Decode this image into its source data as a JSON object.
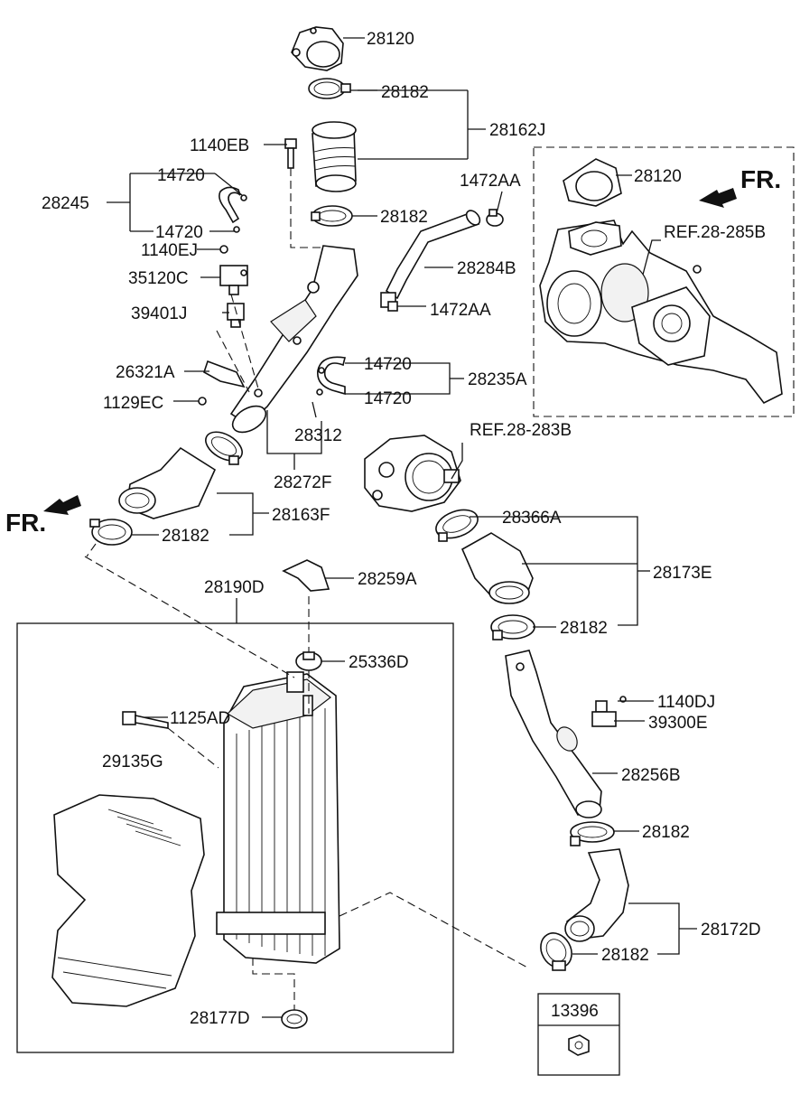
{
  "diagram": {
    "labels": {
      "p28120_top": "28120",
      "p28182_a": "28182",
      "p28162J": "28162J",
      "p1140EB": "1140EB",
      "p14720_a": "14720",
      "p28245": "28245",
      "p14720_b": "14720",
      "p1140EJ": "1140EJ",
      "p35120C": "35120C",
      "p39401J": "39401J",
      "p28182_b": "28182",
      "p1472AA_a": "1472AA",
      "p28284B": "28284B",
      "p1472AA_b": "1472AA",
      "p28120_ref": "28120",
      "ref_28_285B": "REF.28-285B",
      "p26321A": "26321A",
      "p1129EC": "1129EC",
      "p14720_c": "14720",
      "p28235A": "28235A",
      "p14720_d": "14720",
      "p28312": "28312",
      "p28272F": "28272F",
      "ref_28_283B": "REF.28-283B",
      "p28163F": "28163F",
      "p28182_c": "28182",
      "p28366A": "28366A",
      "p28173E": "28173E",
      "p28259A": "28259A",
      "p28190D": "28190D",
      "p28182_d": "28182",
      "p25336D": "25336D",
      "p1125AD": "1125AD",
      "p29135G": "29135G",
      "p1140DJ": "1140DJ",
      "p39300E": "39300E",
      "p28256B": "28256B",
      "p28182_e": "28182",
      "p28172D": "28172D",
      "p28182_f": "28182",
      "p13396": "13396",
      "p28177D": "28177D"
    },
    "fr_labels": {
      "fr_upper_right": "FR.",
      "fr_left": "FR."
    }
  }
}
